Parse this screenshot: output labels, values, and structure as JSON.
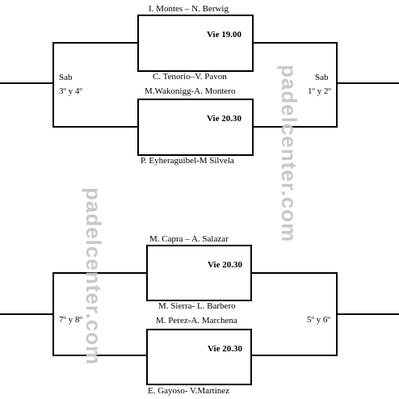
{
  "watermark": "padelcenter.com",
  "top_bracket": {
    "match1": {
      "player_a": "I. Montes – N. Berwig",
      "time": "Vie 19.00",
      "player_b": "C. Tenorio–V. Pavon"
    },
    "match2": {
      "player_a": "M.Wakonigg-A. Montero",
      "time": "Vie 20.30",
      "player_b": "P. Eyheraguibel-M Silvela"
    },
    "left_day": "Sab",
    "left_place": "3º y 4º",
    "right_day": "Sab",
    "right_place": "1º y 2º"
  },
  "bottom_bracket": {
    "match1": {
      "player_a": "M. Capra – A. Salazar",
      "time": "Vie 20.30",
      "player_b": "M. Sierra- L. Barbero"
    },
    "match2": {
      "player_a": "M. Perez-A. Marchena",
      "time": "Vie 20.30",
      "player_b": "E. Gayoso- V.Martinez"
    },
    "left_place": "7º y 8º",
    "right_place": "5º y 6º"
  }
}
